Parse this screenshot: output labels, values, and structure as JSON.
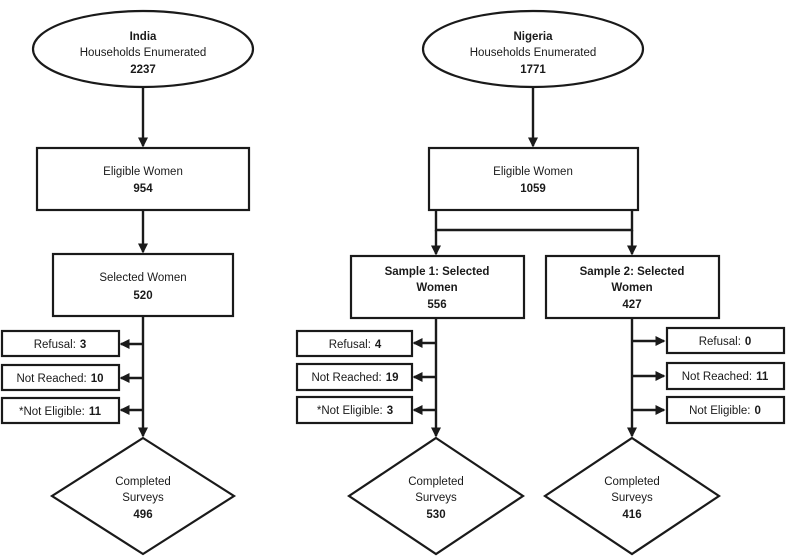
{
  "india": {
    "country": "India",
    "households_label": "Households Enumerated",
    "households": "2237",
    "eligible_label": "Eligible Women",
    "eligible": "954",
    "selected_label": "Selected Women",
    "selected": "520",
    "refusal_label": "Refusal:",
    "refusal": "3",
    "not_reached_label": "Not Reached:",
    "not_reached": "10",
    "not_eligible_label": "*Not Eligible:",
    "not_eligible": "11",
    "completed_line1": "Completed",
    "completed_line2": "Surveys",
    "completed": "496"
  },
  "nigeria": {
    "country": "Nigeria",
    "households_label": "Households Enumerated",
    "households": "1771",
    "eligible_label": "Eligible Women",
    "eligible": "1059",
    "sample1": {
      "title_line1": "Sample 1: Selected",
      "title_line2": "Women",
      "selected": "556",
      "refusal_label": "Refusal:",
      "refusal": "4",
      "not_reached_label": "Not Reached:",
      "not_reached": "19",
      "not_eligible_label": "*Not Eligible:",
      "not_eligible": "3",
      "completed_line1": "Completed",
      "completed_line2": "Surveys",
      "completed": "530"
    },
    "sample2": {
      "title_line1": "Sample 2: Selected",
      "title_line2": "Women",
      "selected": "427",
      "refusal_label": "Refusal:",
      "refusal": "0",
      "not_reached_label": "Not Reached:",
      "not_reached": "11",
      "not_eligible_label": "Not Eligible:",
      "not_eligible": "0",
      "completed_line1": "Completed",
      "completed_line2": "Surveys",
      "completed": "416"
    }
  }
}
